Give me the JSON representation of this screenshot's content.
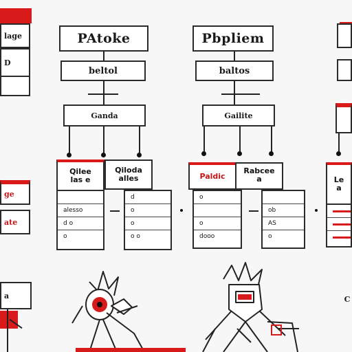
{
  "left_column": {
    "rows": [
      "lage",
      "D",
      "",
      ""
    ],
    "small_box_1": "ge",
    "small_box_2": "ate",
    "bottom_box": "a"
  },
  "diagram_a": {
    "title": "PAtoke",
    "level2": "beltol",
    "level3": "Ganda",
    "card_1": {
      "header": "Qilee\nlas e",
      "rows": [
        "",
        "alesso",
        "d  o",
        "o"
      ]
    },
    "card_2": {
      "header": "Qiloda\nalles",
      "rows": [
        "",
        "",
        "",
        ""
      ]
    },
    "card_3": {
      "header": "",
      "rows": [
        "d",
        "o",
        "o",
        "o  o"
      ]
    }
  },
  "diagram_b": {
    "title": "Pbpliem",
    "level2": "baltos",
    "level3": "Gailite",
    "card_1": {
      "header": "Paldic",
      "rows": [
        "o",
        "",
        "o",
        "dooo"
      ]
    },
    "card_2": {
      "header": "Rabcee\na",
      "rows": [
        "",
        "ob",
        "AS",
        "o"
      ]
    }
  },
  "diagram_c": {
    "card_header": "Le\na",
    "rows": [
      "",
      "",
      ""
    ]
  },
  "colors": {
    "accent": "#d91a1a",
    "ink": "#1a1a1a",
    "paper": "#ffffff",
    "background": "#f7f7f7"
  }
}
